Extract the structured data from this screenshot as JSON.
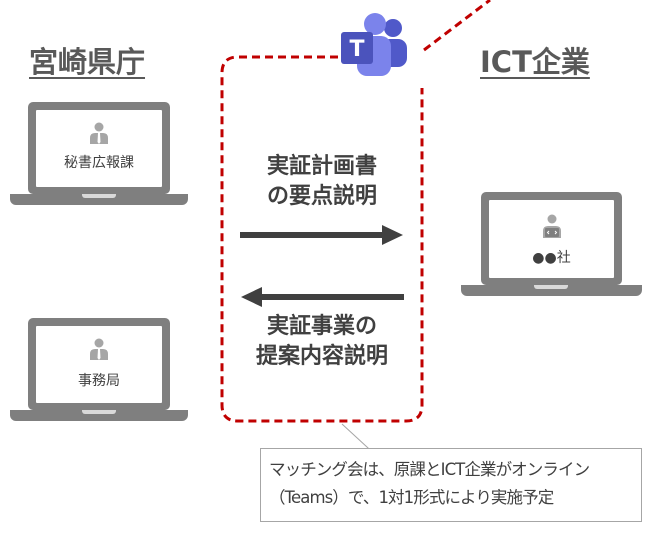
{
  "left_org": {
    "title": "宮崎県庁"
  },
  "right_org": {
    "title": "ICT企業"
  },
  "laptops": {
    "pref_pr": {
      "label": "秘書広報課"
    },
    "pref_office": {
      "label": "事務局"
    },
    "company": {
      "label": "●●社"
    }
  },
  "flows": {
    "to_company": {
      "line1": "実証計画書",
      "line2": "の要点説明"
    },
    "to_pref": {
      "line1": "実証事業の",
      "line2": "提案内容説明"
    }
  },
  "note": {
    "line1": "マッチング会は、原課とICT企業がオンライン",
    "line2": "（Teams）で、1対1形式により実施予定"
  },
  "teams_logo": {
    "letter": "T"
  },
  "colors": {
    "dashed_box": "#c00000",
    "laptop": "#7f7f7f",
    "arrow": "#404040",
    "teams": "#5059c9"
  }
}
